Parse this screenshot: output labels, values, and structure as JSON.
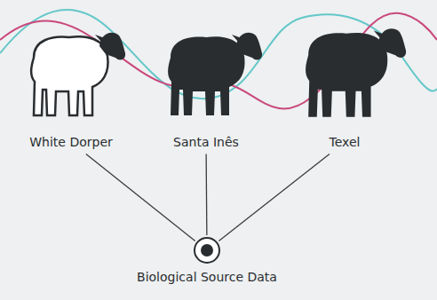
{
  "diagram": {
    "nodes": [
      {
        "text": [
          "White Dorper"
        ]
      },
      {
        "text": [
          "Santa Inês"
        ]
      },
      {
        "text": [
          "Texel"
        ]
      },
      {
        "text": [
          "Biological Source Data"
        ]
      }
    ],
    "edges": [
      {
        "from": 0,
        "to": 3,
        "arrow": "none"
      },
      {
        "from": 1,
        "to": 3,
        "arrow": "none"
      },
      {
        "from": 2,
        "to": 3,
        "arrow": "none"
      }
    ]
  }
}
